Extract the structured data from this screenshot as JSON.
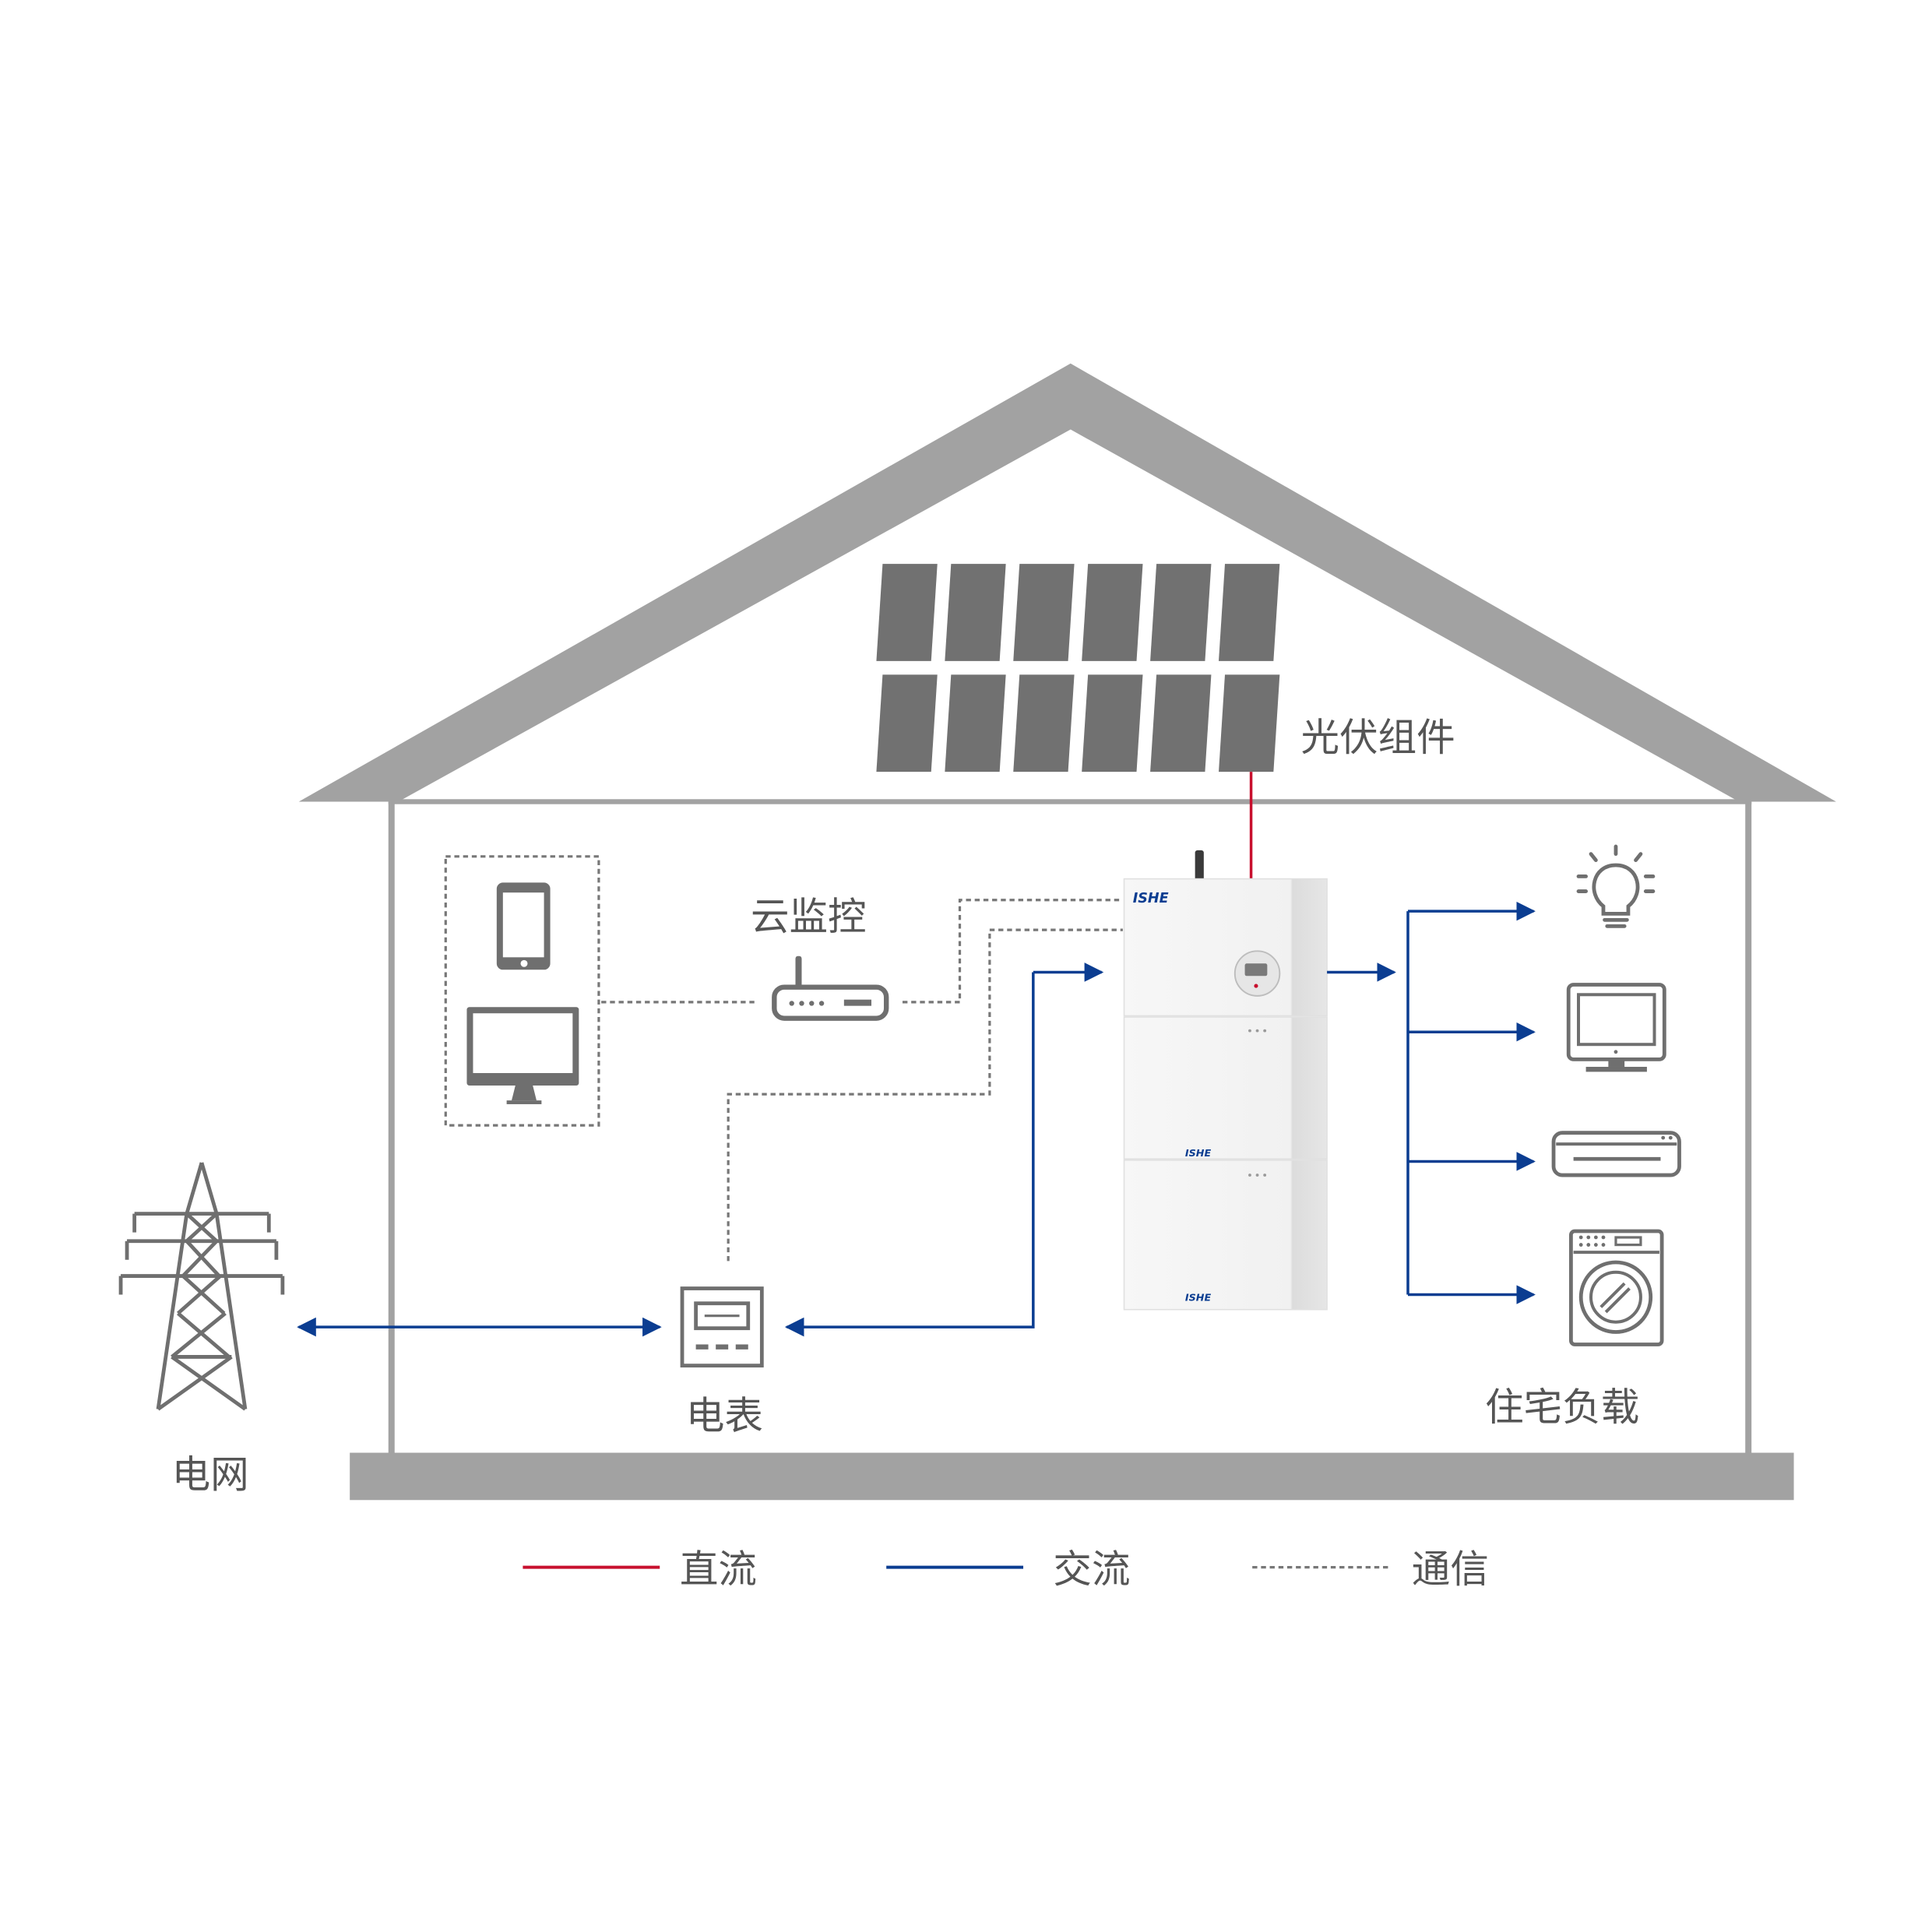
{
  "labels": {
    "pv": "光伏组件",
    "cloud": "云监控",
    "meter": "电表",
    "grid": "电网",
    "loads": "住宅负载"
  },
  "legend": [
    {
      "label": "直流",
      "color": "#c8102e",
      "style": "solid"
    },
    {
      "label": "交流",
      "color": "#0b3d91",
      "style": "solid"
    },
    {
      "label": "通信",
      "color": "#777777",
      "style": "dashed"
    }
  ],
  "logo": "ISHE",
  "colors": {
    "house": "#a2a2a2",
    "panel": "#717171",
    "icon": "#6f6f6f",
    "dc": "#c8102e",
    "ac": "#0b3d91",
    "comm": "#777777",
    "text": "#555555"
  }
}
